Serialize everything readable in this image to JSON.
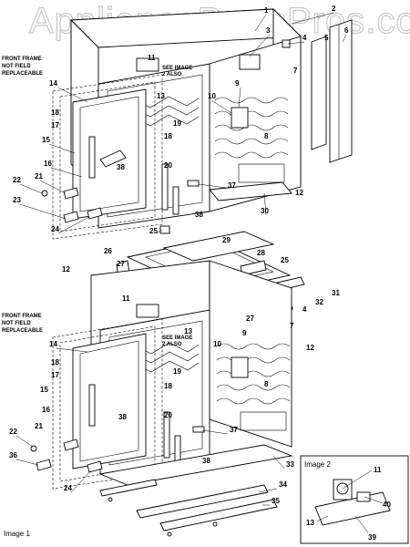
{
  "watermark": "AppliancePartsPros.com",
  "notes": {
    "front_frame_top": [
      "FRONT FRAME",
      "NOT FIELD",
      "REPLACEABLE"
    ],
    "front_frame_bottom": [
      "FRONT FRAME",
      "NOT FIELD",
      "REPLACEABLE"
    ],
    "see_image_top": [
      "SEE IMAGE",
      "2 ALSO"
    ],
    "see_image_bottom": [
      "SEE IMAGE",
      "2 ALSO"
    ]
  },
  "captions": {
    "image1": "Image 1",
    "image2": "Image 2"
  },
  "callouts": {
    "top": [
      "1",
      "2",
      "3",
      "4",
      "5",
      "6",
      "7",
      "8",
      "9",
      "10",
      "11",
      "12",
      "13",
      "14",
      "15",
      "16",
      "17",
      "18",
      "18",
      "19",
      "20",
      "21",
      "22",
      "23",
      "24",
      "25",
      "30",
      "37",
      "38",
      "38"
    ],
    "middle": [
      "26",
      "27",
      "28",
      "29",
      "25",
      "31",
      "32",
      "12",
      "11",
      "7",
      "4",
      "27"
    ],
    "bottom": [
      "12",
      "13",
      "9",
      "10",
      "8",
      "14",
      "15",
      "16",
      "17",
      "18",
      "18",
      "19",
      "20",
      "21",
      "22",
      "24",
      "36",
      "37",
      "38",
      "38",
      "33",
      "34",
      "35"
    ],
    "inset": [
      "11",
      "40",
      "13",
      "39"
    ]
  }
}
